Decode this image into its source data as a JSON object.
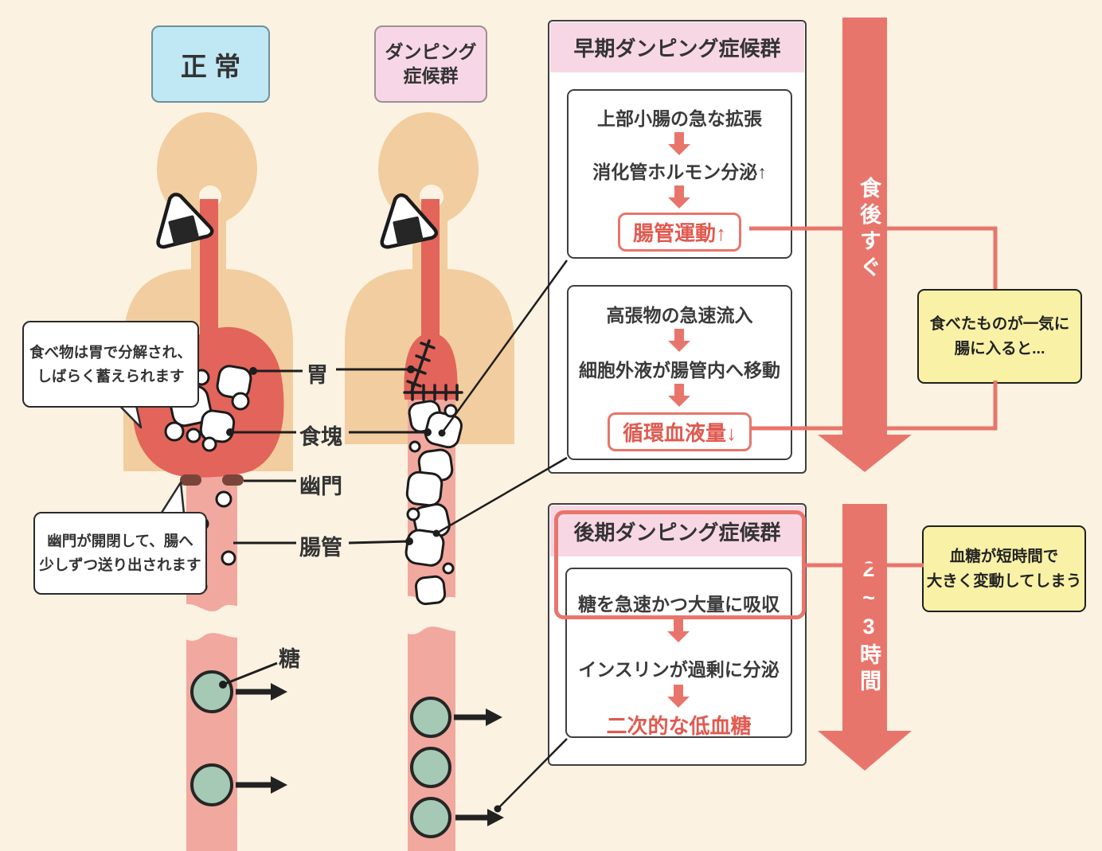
{
  "palette": {
    "background": "#FBF2E1",
    "skin": "#F2CD9F",
    "organ_red": "#E2645B",
    "intestine_pink": "#F1A89E",
    "accent_red": "#E8756B",
    "result_text_red": "#E05A50",
    "note_yellow": "#F9F1A6",
    "header_pink": "#F7D7E4",
    "legend_blue": "#BFE8F4",
    "legend_pink": "#F7D7E7",
    "sugar_green": "#A5C9B5"
  },
  "legend": {
    "normal": "正 常",
    "dumping_line1": "ダンピング",
    "dumping_line2": "症候群"
  },
  "anatomy": {
    "stomach": "胃",
    "bolus": "食塊",
    "pylorus": "幽門",
    "intestine": "腸管",
    "sugar": "糖"
  },
  "bubbles": {
    "stomach_note_line1": "食べ物は胃で分解され、",
    "stomach_note_line2": "しばらく蓄えられます",
    "pylorus_note_line1": "幽門が開閉して、腸へ",
    "pylorus_note_line2": "少しずつ送り出されます"
  },
  "early": {
    "title": "早期ダンピング症候群",
    "flow1": {
      "step1": "上部小腸の急な拡張",
      "step2": "消化管ホルモン分泌↑",
      "result": "腸管運動↑"
    },
    "flow2": {
      "step1": "高張物の急速流入",
      "step2": "細胞外液が腸管内へ移動",
      "result": "循環血液量↓"
    }
  },
  "late": {
    "title": "後期ダンピング症候群",
    "step1": "糖を急速かつ大量に吸収",
    "step2": "インスリンが過剰に分泌",
    "result": "二次的な低血糖"
  },
  "timeline": {
    "immediately": "食後すぐ",
    "hours": "2~3時間"
  },
  "notes": {
    "note1_line1": "食べたものが一気に",
    "note1_line2": "腸に入ると...",
    "note2_line1": "血糖が短時間で",
    "note2_line2": "大きく変動してしまう"
  }
}
